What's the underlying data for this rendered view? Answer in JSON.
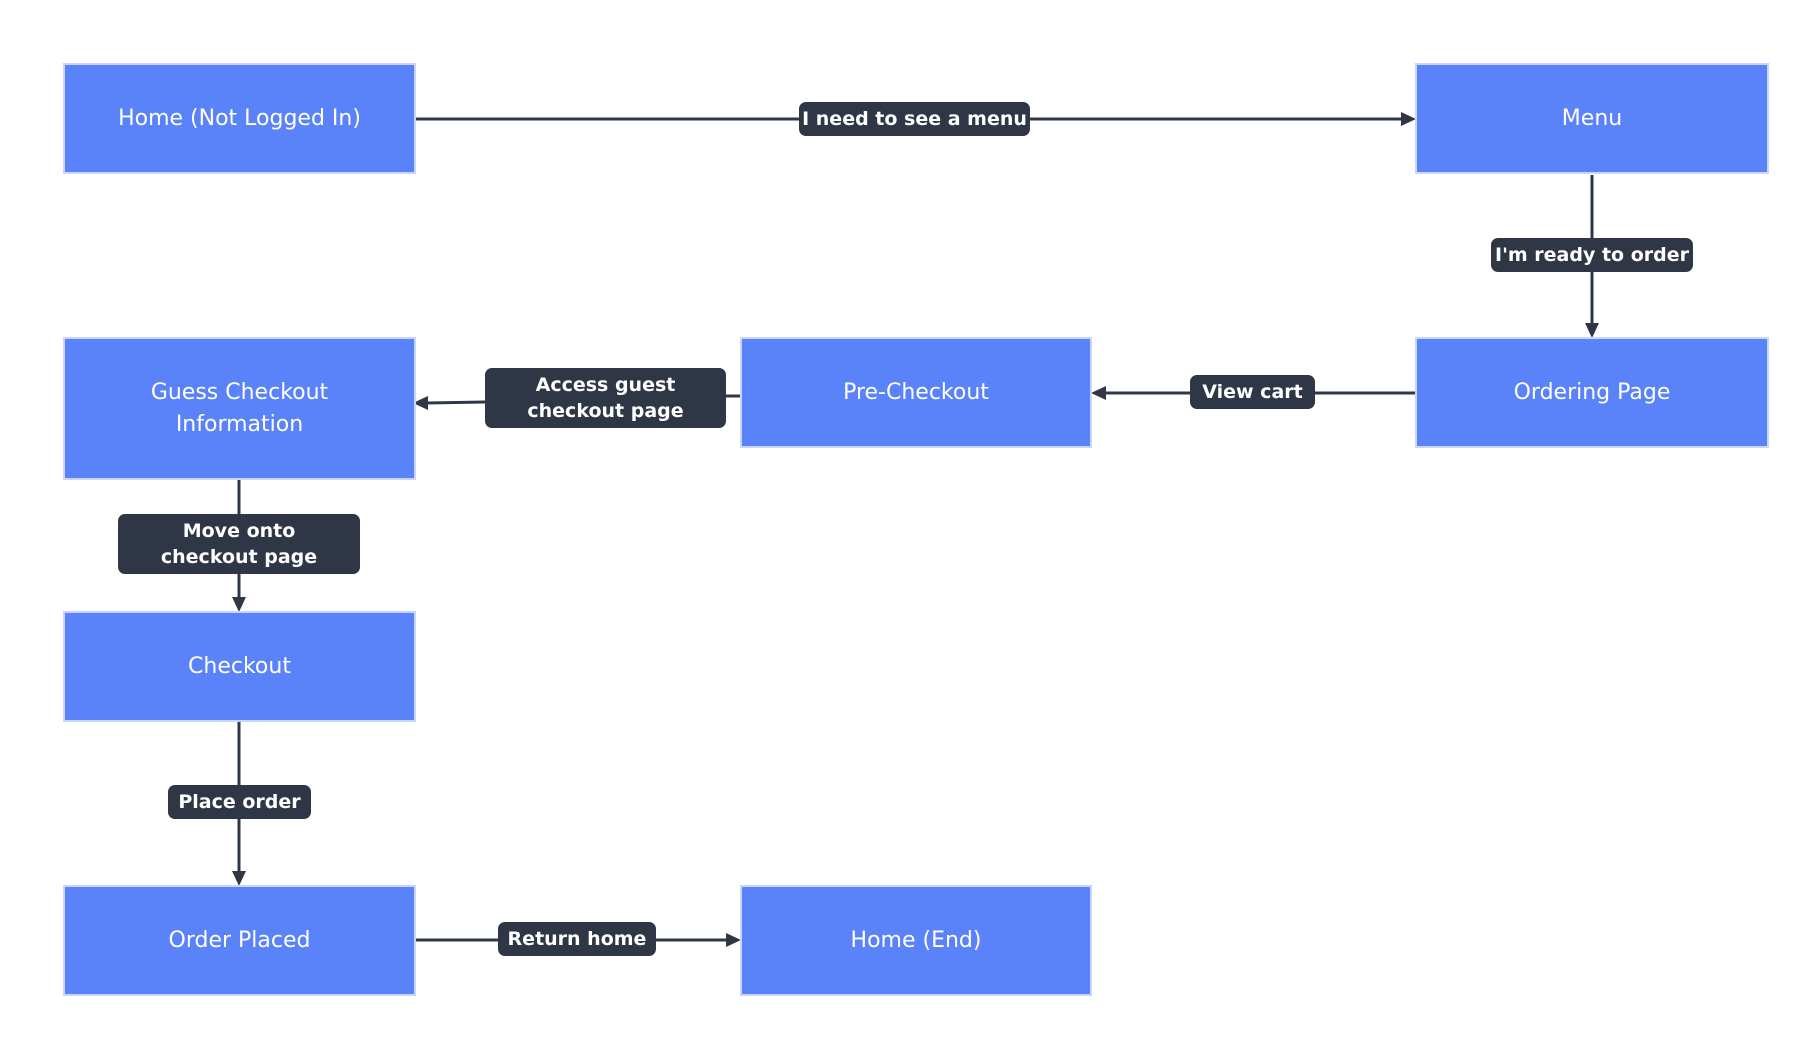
{
  "nodes": {
    "home_not_logged_in": "Home (Not Logged In)",
    "menu": "Menu",
    "ordering_page": "Ordering Page",
    "pre_checkout": "Pre-Checkout",
    "guess_checkout_information": "Guess Checkout Information",
    "checkout": "Checkout",
    "order_placed": "Order Placed",
    "home_end": "Home (End)"
  },
  "edges": {
    "need_menu": "I need to see a menu",
    "ready_to_order": "I'm ready to order",
    "view_cart": "View cart",
    "access_guest_checkout": "Access guest checkout page",
    "move_onto_checkout": "Move onto checkout page",
    "place_order": "Place order",
    "return_home": "Return home"
  },
  "colors": {
    "node_fill": "#5a82f9",
    "node_border": "#c9d6fb",
    "label_fill": "#2f3746",
    "edge_stroke": "#2f3746"
  }
}
